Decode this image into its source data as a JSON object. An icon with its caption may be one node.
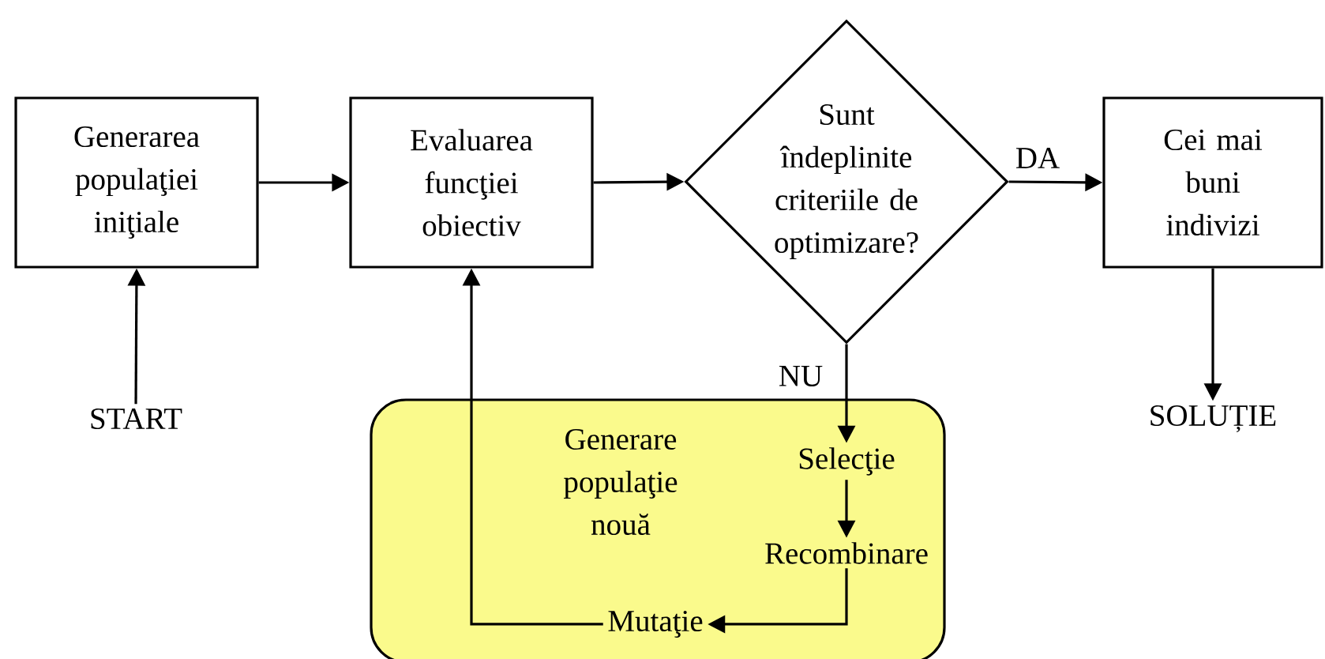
{
  "diagram": {
    "nodes": [
      {
        "text": [
          "Generarea populaţiei iniţiale"
        ]
      },
      {
        "text": [
          "Evaluarea funcţiei obiectiv"
        ]
      },
      {
        "text": [
          "Sunt îndeplinite criteriile de optimizare?"
        ]
      },
      {
        "text": [
          "Cei mai buni indivizi"
        ]
      },
      {
        "text": [
          "START"
        ]
      },
      {
        "text": [
          "SOLUȚIE"
        ]
      },
      {
        "text": [
          "Generare populaţie nouă"
        ]
      },
      {
        "text": [
          "Selecţie"
        ],
        "in": 6
      },
      {
        "text": [
          "Recombinare"
        ],
        "in": 6
      },
      {
        "text": [
          "Mutaţie"
        ],
        "in": 6
      }
    ],
    "edges": [
      {
        "from": 0,
        "to": 1,
        "arrow": "to"
      },
      {
        "from": 1,
        "to": 2,
        "arrow": "to"
      },
      {
        "from": 2,
        "to": 3,
        "arrow": "to",
        "label": "DA"
      },
      {
        "from": 4,
        "to": 0,
        "arrow": "to"
      },
      {
        "from": 3,
        "to": 5,
        "arrow": "to"
      },
      {
        "from": 2,
        "to": 7,
        "arrow": "to",
        "label": "NU"
      },
      {
        "from": 7,
        "to": 8,
        "arrow": "to"
      },
      {
        "from": 8,
        "to": 9,
        "arrow": "to"
      },
      {
        "from": 9,
        "to": 1,
        "arrow": "to"
      }
    ]
  }
}
